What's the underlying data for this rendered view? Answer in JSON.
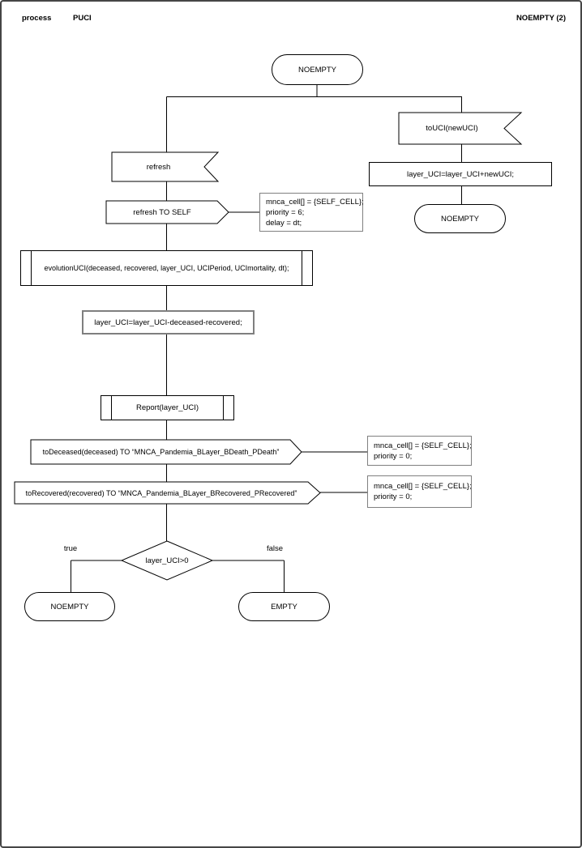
{
  "header": {
    "kind": "process",
    "name": "PUCI",
    "page": "NOEMPTY (2)"
  },
  "colors": {
    "line": "#000000",
    "shape_border": "#000000",
    "comment_border": "#808080",
    "task_border": "#7f7f7f",
    "page_border": "#454545",
    "background": "#ffffff"
  },
  "nodes": {
    "state_top": {
      "label": "NOEMPTY"
    },
    "input_touci": {
      "label": "toUCI(newUCI)"
    },
    "task_add": {
      "label": "layer_UCI=layer_UCI+newUCI;"
    },
    "state_right": {
      "label": "NOEMPTY"
    },
    "input_refresh": {
      "label": "refresh"
    },
    "output_refresh": {
      "label": "refresh TO SELF"
    },
    "comment_refresh": {
      "lines": [
        "mnca_cell[] = {SELF_CELL};",
        "priority = 6;",
        "delay = dt;"
      ]
    },
    "proc_evolution": {
      "label": "evolutionUCI(deceased, recovered, layer_UCI, UCIPeriod, UCImortality, dt);"
    },
    "task_update": {
      "label": "layer_UCI=layer_UCI-deceased-recovered;"
    },
    "proc_report": {
      "label": "Report(layer_UCI)"
    },
    "output_todeceased": {
      "label": "toDeceased(deceased) TO “MNCA_Pandemia_BLayer_BDeath_PDeath”"
    },
    "comment_deceased": {
      "lines": [
        "mnca_cell[] = {SELF_CELL};",
        "priority = 0;"
      ]
    },
    "output_torecovered": {
      "label": "toRecovered(recovered) TO “MNCA_Pandemia_BLayer_BRecovered_PRecovered”"
    },
    "comment_recovered": {
      "lines": [
        "mnca_cell[] = {SELF_CELL};",
        "priority = 0;"
      ]
    },
    "decision": {
      "label": "layer_UCI>0",
      "true_label": "true",
      "false_label": "false"
    },
    "state_true": {
      "label": "NOEMPTY"
    },
    "state_false": {
      "label": "EMPTY"
    }
  }
}
